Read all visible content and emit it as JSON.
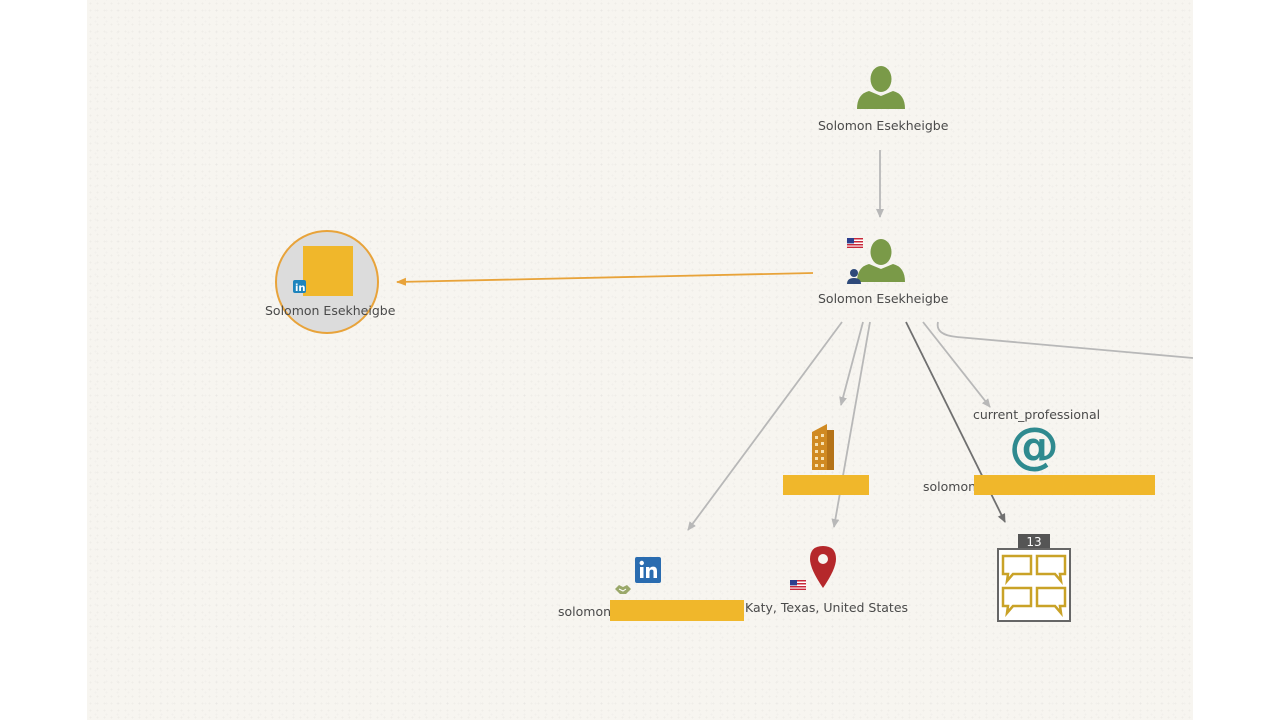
{
  "graph": {
    "root_person": {
      "name": "Solomon Esekheigbe"
    },
    "main_person": {
      "name": "Solomon Esekheigbe"
    },
    "linkedin_profile_node": {
      "name": "Solomon Esekheigbe"
    },
    "email_node": {
      "category": "current_professional",
      "value_prefix": "solomon"
    },
    "linkedin_account_node": {
      "value_prefix": "solomon"
    },
    "location_node": {
      "value": "Katy, Texas, United States"
    },
    "messages_node": {
      "count": "13"
    }
  },
  "colors": {
    "person_green": "#7a9a48",
    "redaction": "#f0b72b",
    "edge_gray": "#b8b8b8",
    "edge_orange": "#e8a33a",
    "linkedin_blue": "#2a6cb0",
    "pin_red": "#b5282b",
    "email_teal": "#2f8a8f",
    "building_orange": "#d08a22"
  },
  "icons": [
    "person-icon",
    "linkedin-icon",
    "building-icon",
    "at-sign-icon",
    "map-pin-icon",
    "chat-bubbles-icon",
    "us-flag-icon",
    "handshake-icon"
  ]
}
